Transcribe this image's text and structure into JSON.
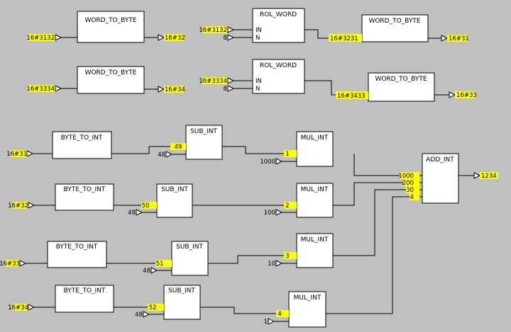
{
  "blocks": [
    {
      "id": "b_wtb1",
      "title": "WORD_TO_BYTE",
      "pins": []
    },
    {
      "id": "b_rol1",
      "title": "ROL_WORD",
      "pins": [
        "IN",
        "N"
      ]
    },
    {
      "id": "b_wtb2",
      "title": "WORD_TO_BYTE",
      "pins": []
    },
    {
      "id": "b_wtb3",
      "title": "WORD_TO_BYTE",
      "pins": []
    },
    {
      "id": "b_rol2",
      "title": "ROL_WORD",
      "pins": [
        "IN",
        "N"
      ]
    },
    {
      "id": "b_wtb4",
      "title": "WORD_TO_BYTE",
      "pins": []
    },
    {
      "id": "b_bti1",
      "title": "BYTE_TO_INT",
      "pins": []
    },
    {
      "id": "b_sub1",
      "title": "SUB_INT",
      "pins": []
    },
    {
      "id": "b_mul1",
      "title": "MUL_INT",
      "pins": []
    },
    {
      "id": "b_add",
      "title": "ADD_INT",
      "pins": []
    },
    {
      "id": "b_bti2",
      "title": "BYTE_TO_INT",
      "pins": []
    },
    {
      "id": "b_sub2",
      "title": "SUB_INT",
      "pins": []
    },
    {
      "id": "b_mul2",
      "title": "MUL_INT",
      "pins": []
    },
    {
      "id": "b_bti3",
      "title": "BYTE_TO_INT",
      "pins": []
    },
    {
      "id": "b_sub3",
      "title": "SUB_INT",
      "pins": []
    },
    {
      "id": "b_mul3",
      "title": "MUL_INT",
      "pins": []
    },
    {
      "id": "b_bti4",
      "title": "BYTE_TO_INT",
      "pins": []
    },
    {
      "id": "b_sub4",
      "title": "SUB_INT",
      "pins": []
    },
    {
      "id": "b_mul4",
      "title": "MUL_INT",
      "pins": []
    }
  ],
  "inputs": [
    {
      "id": "in_1",
      "value": "16#3132"
    },
    {
      "id": "in_2",
      "value": "16#3132"
    },
    {
      "id": "in_3",
      "value": "8"
    },
    {
      "id": "in_4",
      "value": "16#3334"
    },
    {
      "id": "in_5",
      "value": "16#3334"
    },
    {
      "id": "in_6",
      "value": "8"
    },
    {
      "id": "in_7",
      "value": "16#31"
    },
    {
      "id": "in_8",
      "value": "48"
    },
    {
      "id": "in_9",
      "value": "1000"
    },
    {
      "id": "in_10",
      "value": "16#32"
    },
    {
      "id": "in_11",
      "value": "48"
    },
    {
      "id": "in_12",
      "value": "100"
    },
    {
      "id": "in_13",
      "value": "16#33"
    },
    {
      "id": "in_14",
      "value": "48"
    },
    {
      "id": "in_15",
      "value": "10"
    },
    {
      "id": "in_16",
      "value": "16#34"
    },
    {
      "id": "in_17",
      "value": "48"
    },
    {
      "id": "in_18",
      "value": "1"
    }
  ],
  "outputs": [
    {
      "id": "out_1",
      "value": "16#32"
    },
    {
      "id": "out_2",
      "value": "16#31"
    },
    {
      "id": "out_3",
      "value": "16#34"
    },
    {
      "id": "out_4",
      "value": "16#33"
    },
    {
      "id": "out_5",
      "value": "1234"
    }
  ],
  "wire_values": [
    {
      "id": "wv_1",
      "value": "16#3231"
    },
    {
      "id": "wv_2",
      "value": "16#3433"
    },
    {
      "id": "wv_3",
      "value": "49"
    },
    {
      "id": "wv_4",
      "value": "1"
    },
    {
      "id": "wv_5",
      "value": "50"
    },
    {
      "id": "wv_6",
      "value": "2"
    },
    {
      "id": "wv_7",
      "value": "51"
    },
    {
      "id": "wv_8",
      "value": "3"
    },
    {
      "id": "wv_9",
      "value": "52"
    },
    {
      "id": "wv_10",
      "value": "4"
    },
    {
      "id": "wv_11",
      "value": "1000"
    },
    {
      "id": "wv_12",
      "value": "200"
    },
    {
      "id": "wv_13",
      "value": "30"
    },
    {
      "id": "wv_14",
      "value": "4"
    }
  ]
}
